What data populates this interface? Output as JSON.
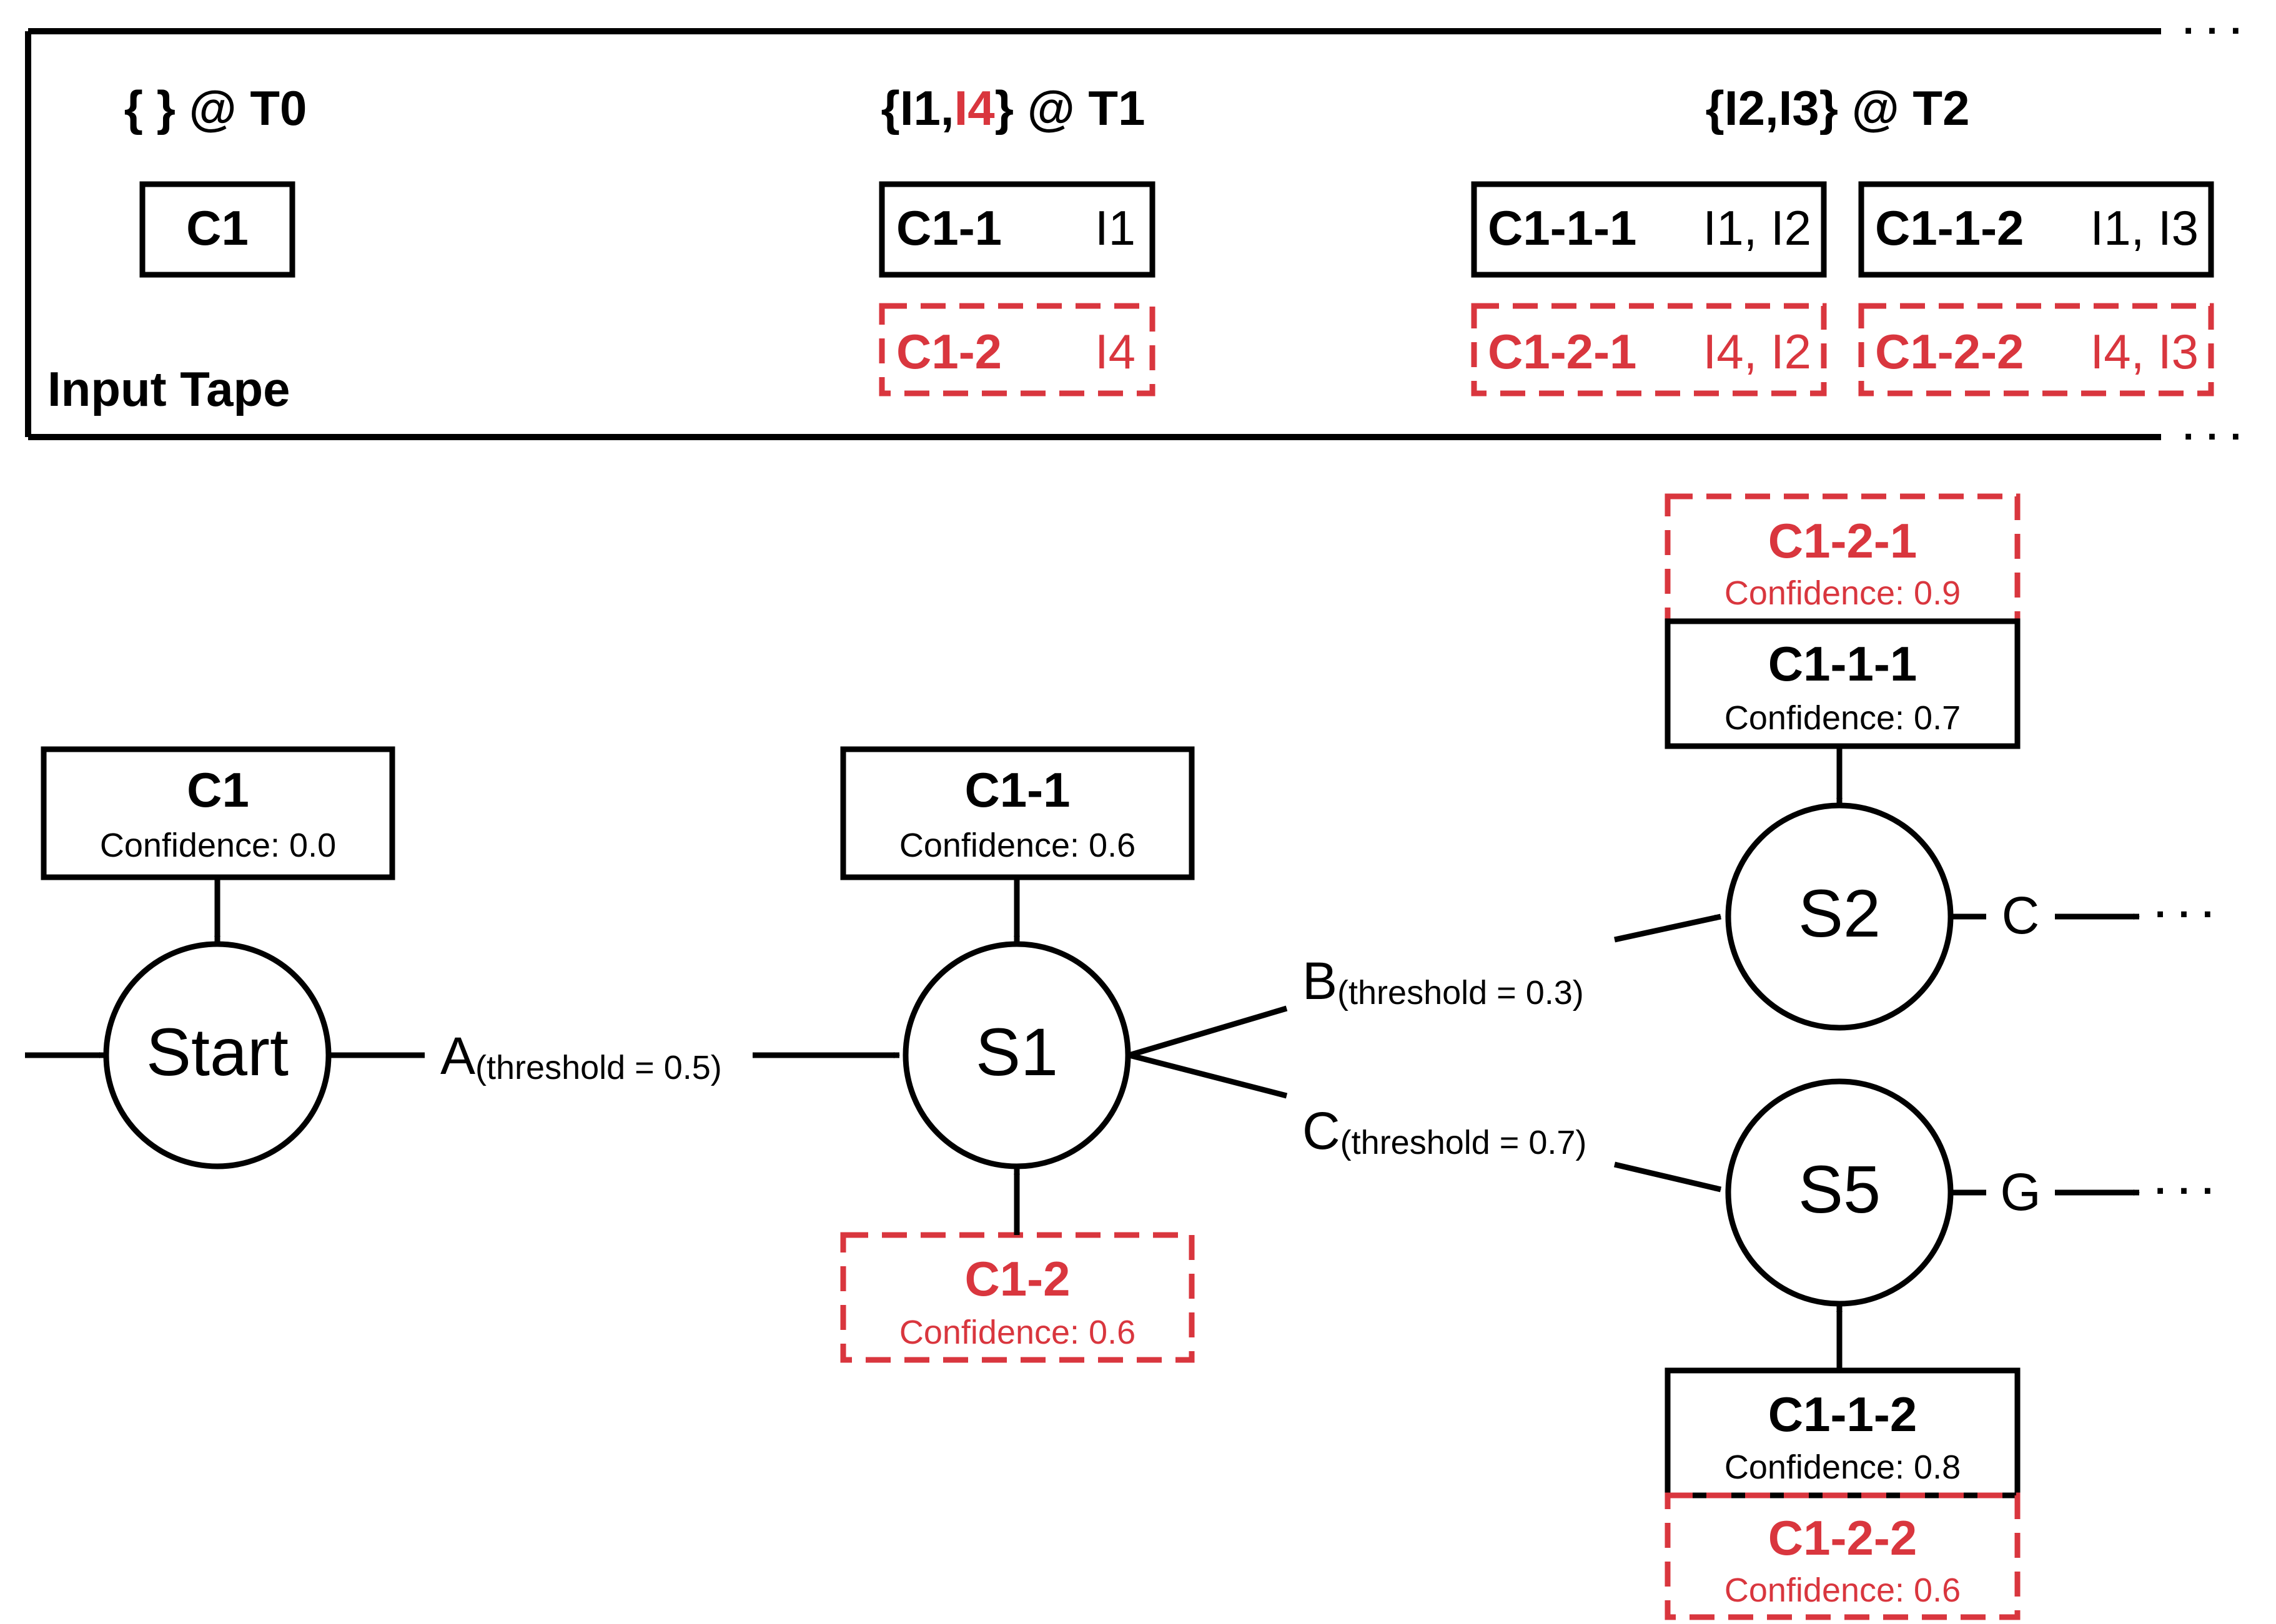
{
  "colors": {
    "ink": "#000000",
    "highlight": "#d9363e"
  },
  "tape": {
    "label": "Input Tape",
    "ellipsis": "· · ·",
    "t0": {
      "text": "{ } @ T0",
      "box": "C1"
    },
    "t1": {
      "prefix": "{I1,",
      "highlighted": "I4",
      "suffix": "} @ T1",
      "solid": {
        "name": "C1-1",
        "items": "I1"
      },
      "dashed": {
        "name": "C1-2",
        "items": "I4"
      }
    },
    "t2": {
      "text": "{I2,I3} @ T2",
      "solid_a": {
        "name": "C1-1-1",
        "items": "I1, I2"
      },
      "solid_b": {
        "name": "C1-1-2",
        "items": "I1, I3"
      },
      "dashed_a": {
        "name": "C1-2-1",
        "items": "I4, I2"
      },
      "dashed_b": {
        "name": "C1-2-2",
        "items": "I4, I3"
      }
    }
  },
  "states": {
    "start": "Start",
    "s1": "S1",
    "s2": "S2",
    "s5": "S5"
  },
  "transitions": {
    "a": {
      "symbol": "A",
      "sub": "(threshold = 0.5)"
    },
    "b": {
      "symbol": "B",
      "sub": "(threshold = 0.3)"
    },
    "c": {
      "symbol": "C",
      "sub": "(threshold = 0.7)"
    },
    "s2_out": "C",
    "s5_out": "G",
    "ellipsis": "· · ·"
  },
  "configs": {
    "c1": {
      "name": "C1",
      "conf": "Confidence: 0.0"
    },
    "c1_1": {
      "name": "C1-1",
      "conf": "Confidence: 0.6"
    },
    "c1_2": {
      "name": "C1-2",
      "conf": "Confidence: 0.6"
    },
    "c1_2_1": {
      "name": "C1-2-1",
      "conf": "Confidence: 0.9"
    },
    "c1_1_1": {
      "name": "C1-1-1",
      "conf": "Confidence: 0.7"
    },
    "c1_1_2": {
      "name": "C1-1-2",
      "conf": "Confidence: 0.8"
    },
    "c1_2_2": {
      "name": "C1-2-2",
      "conf": "Confidence: 0.6"
    }
  }
}
